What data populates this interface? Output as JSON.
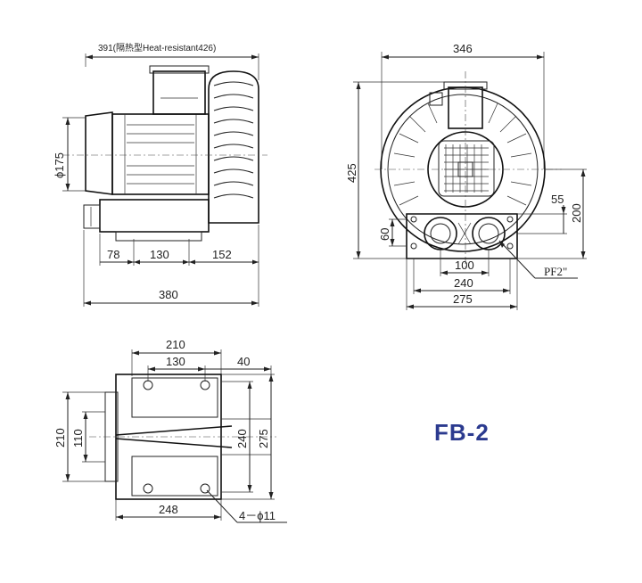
{
  "model": "FB-2",
  "colors": {
    "model_text": "#2b3a8f",
    "line": "#222222"
  },
  "side_view": {
    "overall_top": "391(隔热型Heat-resistant426)",
    "diameter": "ϕ175",
    "d78": "78",
    "d130": "130",
    "d152": "152",
    "d380": "380"
  },
  "front_view": {
    "d346": "346",
    "d425": "425",
    "d55": "55",
    "d200": "200",
    "d60": "60",
    "d100": "100",
    "d240": "240",
    "d275": "275",
    "port": "PF2\""
  },
  "bottom_view": {
    "d210_top": "210",
    "d130": "130",
    "d40": "40",
    "d210_left": "210",
    "d110": "110",
    "d240": "240",
    "d275": "275",
    "d248": "248",
    "holes": "4－ϕ11"
  }
}
